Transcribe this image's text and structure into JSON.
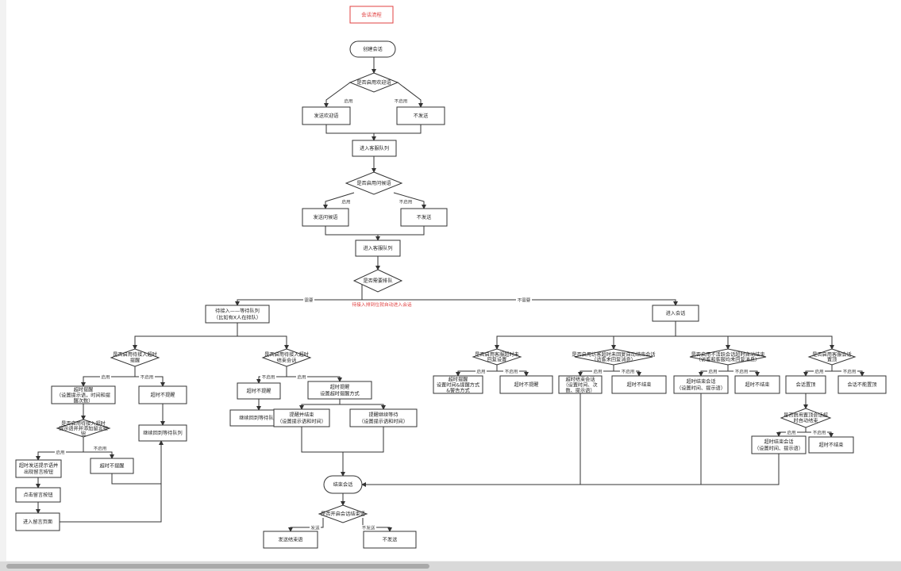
{
  "title": "会话流程",
  "nodes": {
    "create": "创建会话",
    "q_welcome": "是否启用欢迎语",
    "send_welcome": "发送欢迎语",
    "no_send_1": "不发送",
    "enter_queue_1": "进入客服队列",
    "q_greet": "是否启用问候语",
    "send_greet": "发送问候语",
    "no_send_2": "不发送",
    "enter_queue_2": "进入客服队列",
    "q_need_queue": "是否需要排队",
    "wait_l1": "待接入——等待队列",
    "wait_l2": "（比如有X人在排队）",
    "enter_session": "进入会话",
    "q_timeout_remind_l1": "是否启用待接入超时",
    "q_timeout_remind_l2": "提醒",
    "remind_l1": "超时提醒",
    "remind_l2": "（设置提示语，时间和提",
    "remind_l3": "醒次数）",
    "no_remind_1": "超时不提醒",
    "q_tip_leave_l1": "是否启用待接入超时",
    "q_tip_leave_l2": "提示语并并添加留言按",
    "q_tip_leave_l3": "钮",
    "tip_leave_l1": "超时发送提示语并",
    "tip_leave_l2": "出现留言按钮",
    "no_remind_2": "超时不提醒",
    "click_leave": "点击留言按钮",
    "enter_leave": "进入留言页面",
    "continue_wait_1": "继续回到等待队列",
    "q_timeout_end_l1": "是否启用待接入超时",
    "q_timeout_end_l2": "结束会话",
    "no_remind_3": "超时不提醒",
    "set_remind_l1": "超时提醒",
    "set_remind_l2": "设置超时提醒方式",
    "continue_wait_2": "继续回到等待队列",
    "remind_end_l1": "提醒并结束",
    "remind_end_l2": "（设置提示语和时间）",
    "remind_wait_l1": "提醒继续等待",
    "remind_wait_l2": "（设置提示语和时间）",
    "end_session": "结束会话",
    "q_end_msg": "是否开启会话结束语",
    "send_end": "发送结束语",
    "no_send_3": "不发送",
    "q_agent_timeout_l1": "是否启用客服超时未",
    "q_agent_timeout_l2": "回复设置",
    "agent_remind_l1": "超时提醒",
    "agent_remind_l2": "设置时间&提醒方式",
    "agent_remind_l3": "&警告方式",
    "agent_no_remind": "超时不提醒",
    "q_visitor_timeout_l1": "是否启用访客超时未回复自动结束会话",
    "q_visitor_timeout_l2": "（访客未回复消息）",
    "visitor_end_l1": "超时结束会话",
    "visitor_end_l2": "（设置时间、次",
    "visitor_end_l3": "数、提示语）",
    "visitor_no_end": "超时不结束",
    "q_both_timeout_l1": "是否启用不活跃会话超时自动结束",
    "q_both_timeout_l2": "（访客和客服均未回复消息）",
    "both_end_l1": "超时结束会话",
    "both_end_l2": "（设置时间、提示语）",
    "both_no_end": "超时不结束",
    "q_pin_l1": "是否启用客服会话",
    "q_pin_l2": "置顶",
    "pin": "会话置顶",
    "no_pin": "会话不能置顶",
    "q_pin_end_l1": "是否启用置顶会话超",
    "q_pin_end_l2": "时自动结束",
    "pin_end_l1": "超时结束会话",
    "pin_end_l2": "（设置时间、提示语）",
    "pin_no_end": "超时不结束",
    "queue_note": "待接入排到位就自动进入会话"
  },
  "edges": {
    "enable": "启用",
    "disable": "不启用",
    "need": "需要",
    "not_need": "不需要",
    "send": "发送",
    "not_send": "不发送"
  }
}
